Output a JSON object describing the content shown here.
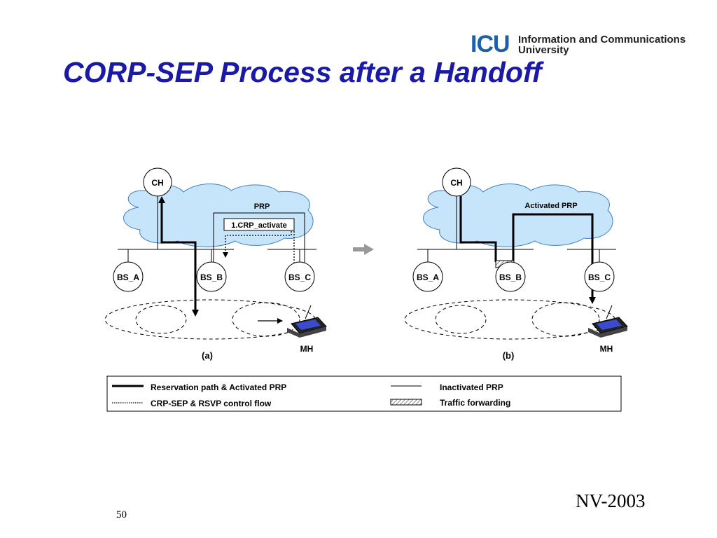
{
  "title": "CORP-SEP Process after a Handoff",
  "logo": {
    "mark": "ICU",
    "line1": "Information and Communications",
    "line2": "University"
  },
  "diagram_a": {
    "ch_label": "CH",
    "prp_label": "PRP",
    "control_label": "1.CRP_activate",
    "bs_labels": [
      "BS_A",
      "BS_B",
      "BS_C"
    ],
    "mh_label": "MH",
    "caption": "(a)"
  },
  "diagram_b": {
    "ch_label": "CH",
    "prp_label": "Activated PRP",
    "bs_labels": [
      "BS_A",
      "BS_B",
      "BS_C"
    ],
    "mh_label": "MH",
    "caption": "(b)"
  },
  "legend": {
    "reservation": "Reservation path & Activated PRP",
    "control": "CRP-SEP & RSVP control flow",
    "inactivated": "Inactivated PRP",
    "forwarding": "Traffic forwarding"
  },
  "colors": {
    "title": "#1a1aa6",
    "cloud_fill": "#c6e4fa",
    "cloud_stroke": "#3d7fc7",
    "logo": "#1e5fa8"
  },
  "footer": {
    "page_number": "50",
    "event": "NV-2003"
  }
}
